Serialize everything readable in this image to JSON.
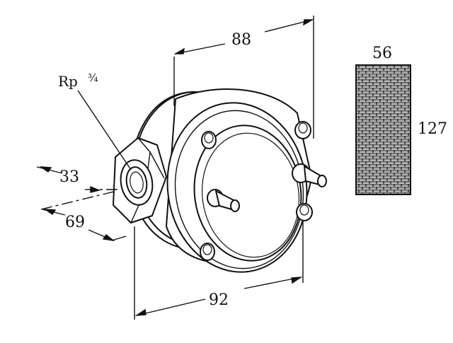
{
  "connection_label": "Rp",
  "connection_size": "¾",
  "dimensions": {
    "depth_88": "88",
    "offset_33": "33",
    "offset_69": "69",
    "width_92": "92",
    "filter_width_56": "56",
    "filter_height_127": "127"
  },
  "colors": {
    "line": "#111111",
    "background": "#ffffff"
  }
}
